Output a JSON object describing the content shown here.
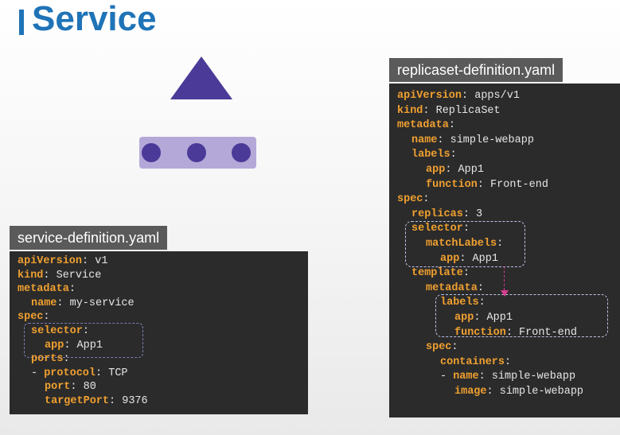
{
  "slide": {
    "title": "Service"
  },
  "service_file": {
    "tab": "service-definition.yaml",
    "lines": [
      {
        "key": "apiVersion",
        "value": "v1",
        "indent": 0
      },
      {
        "key": "kind",
        "value": "Service",
        "indent": 0
      },
      {
        "key": "metadata",
        "value": "",
        "indent": 0
      },
      {
        "key": "name",
        "value": "my-service",
        "indent": 1
      },
      {
        "key": "spec",
        "value": "",
        "indent": 0
      },
      {
        "key": "selector",
        "value": "",
        "indent": 1
      },
      {
        "key": "app",
        "value": "App1",
        "indent": 2
      },
      {
        "key": "ports",
        "value": "",
        "indent": 1
      },
      {
        "key": "protocol",
        "value": "TCP",
        "indent": 1,
        "dash": true
      },
      {
        "key": "port",
        "value": "80",
        "indent": 2
      },
      {
        "key": "targetPort",
        "value": "9376",
        "indent": 2
      }
    ]
  },
  "replicaset_file": {
    "tab": "replicaset-definition.yaml",
    "lines": [
      {
        "key": "apiVersion",
        "value": "apps/v1",
        "indent": 0
      },
      {
        "key": "kind",
        "value": "ReplicaSet",
        "indent": 0
      },
      {
        "key": "metadata",
        "value": "",
        "indent": 0
      },
      {
        "key": "name",
        "value": "simple-webapp",
        "indent": 1
      },
      {
        "key": "labels",
        "value": "",
        "indent": 1
      },
      {
        "key": "app",
        "value": "App1",
        "indent": 2
      },
      {
        "key": "function",
        "value": "Front-end",
        "indent": 2
      },
      {
        "key": "spec",
        "value": "",
        "indent": 0
      },
      {
        "key": "replicas",
        "value": "3",
        "indent": 1
      },
      {
        "key": "selector",
        "value": "",
        "indent": 1
      },
      {
        "key": "matchLabels",
        "value": "",
        "indent": 2
      },
      {
        "key": "app",
        "value": "App1",
        "indent": 3
      },
      {
        "key": "template",
        "value": "",
        "indent": 1
      },
      {
        "key": "metadata",
        "value": "",
        "indent": 2
      },
      {
        "key": "labels",
        "value": "",
        "indent": 3
      },
      {
        "key": "app",
        "value": "App1",
        "indent": 4
      },
      {
        "key": "function",
        "value": "Front-end",
        "indent": 4
      },
      {
        "key": "spec",
        "value": "",
        "indent": 2
      },
      {
        "key": "containers",
        "value": "",
        "indent": 3
      },
      {
        "key": "name",
        "value": "simple-webapp",
        "indent": 3,
        "dash": true
      },
      {
        "key": "image",
        "value": "simple-webapp",
        "indent": 4
      }
    ]
  },
  "colors": {
    "title": "#1f73b7",
    "triangle": "#4b3a98",
    "pod_bar": "#b4a8d8",
    "code_bg": "#2b2b2b",
    "code_key": "#f0a030",
    "tab_bg": "#5a5a5a",
    "arrow": "#d63c8e"
  },
  "icons": {
    "service": "triangle-icon",
    "pods": "pod-circle-icon"
  }
}
